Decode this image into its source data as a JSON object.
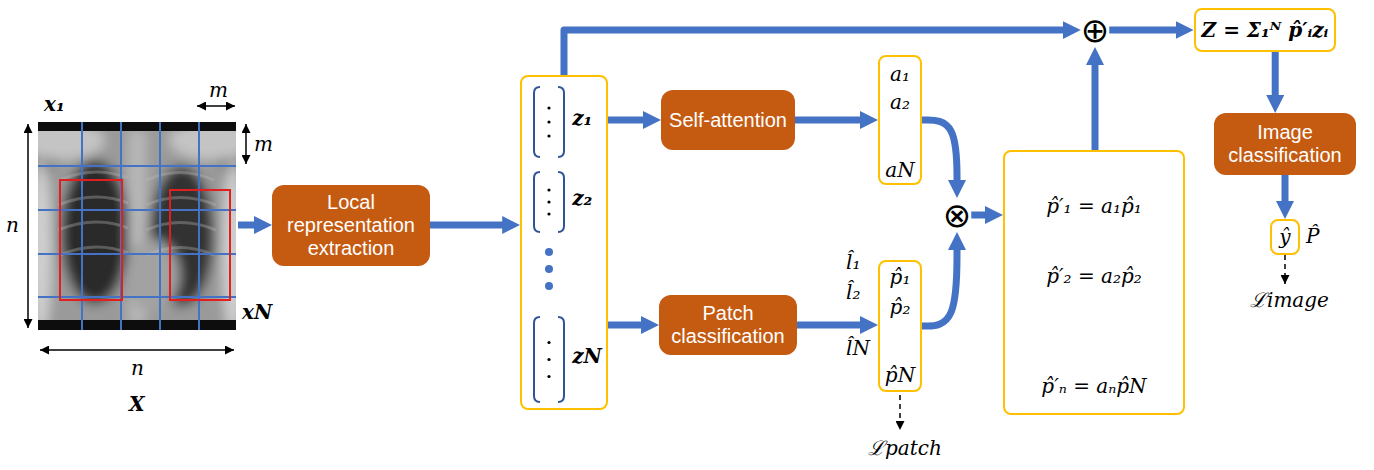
{
  "diagram": {
    "nodes": [
      {
        "text": [
          "Local representation extraction"
        ]
      },
      {
        "text": [
          "z₁",
          "z₂",
          "zN"
        ]
      },
      {
        "text": [
          "Self-attention"
        ]
      },
      {
        "text": [
          "Patch classification"
        ]
      },
      {
        "text": [
          "a₁",
          "a₂",
          "aN"
        ]
      },
      {
        "text": [
          "p̂₁",
          "p̂₂",
          "p̂N"
        ]
      },
      {
        "text": [
          "⊗"
        ]
      },
      {
        "text": [
          "p̂′₁ = a₁p̂₁",
          "p̂′₂ = a₂p̂₂",
          "p̂′ₙ = aₙp̂N"
        ]
      },
      {
        "text": [
          "⊕"
        ]
      },
      {
        "text": [
          "Z = Σ₁ᴺ p̂′ᵢzᵢ"
        ]
      },
      {
        "text": [
          "Image classification"
        ]
      },
      {
        "text": [
          "ŷ"
        ]
      }
    ],
    "edges": [
      {
        "from": 0,
        "to": 1,
        "arrow": "to"
      },
      {
        "from": 1,
        "to": 2,
        "arrow": "to"
      },
      {
        "from": 1,
        "to": 3,
        "arrow": "to"
      },
      {
        "from": 2,
        "to": 4,
        "arrow": "to"
      },
      {
        "from": 3,
        "to": 5,
        "arrow": "to"
      },
      {
        "from": 4,
        "to": 6,
        "arrow": "to"
      },
      {
        "from": 5,
        "to": 6,
        "arrow": "to"
      },
      {
        "from": 6,
        "to": 7,
        "arrow": "to"
      },
      {
        "from": 7,
        "to": 8,
        "arrow": "to"
      },
      {
        "from": 1,
        "to": 8,
        "arrow": "to"
      },
      {
        "from": 8,
        "to": 9,
        "arrow": "to"
      },
      {
        "from": 9,
        "to": 10,
        "arrow": "to"
      },
      {
        "from": 10,
        "to": 11,
        "arrow": "to"
      }
    ],
    "labels": [
      "x₁",
      "m",
      "m",
      "n",
      "n",
      "xN",
      "X",
      "l̂₁",
      "l̂₂",
      "l̂N",
      "P̂",
      "ℒpatch",
      "ℒimage"
    ]
  }
}
